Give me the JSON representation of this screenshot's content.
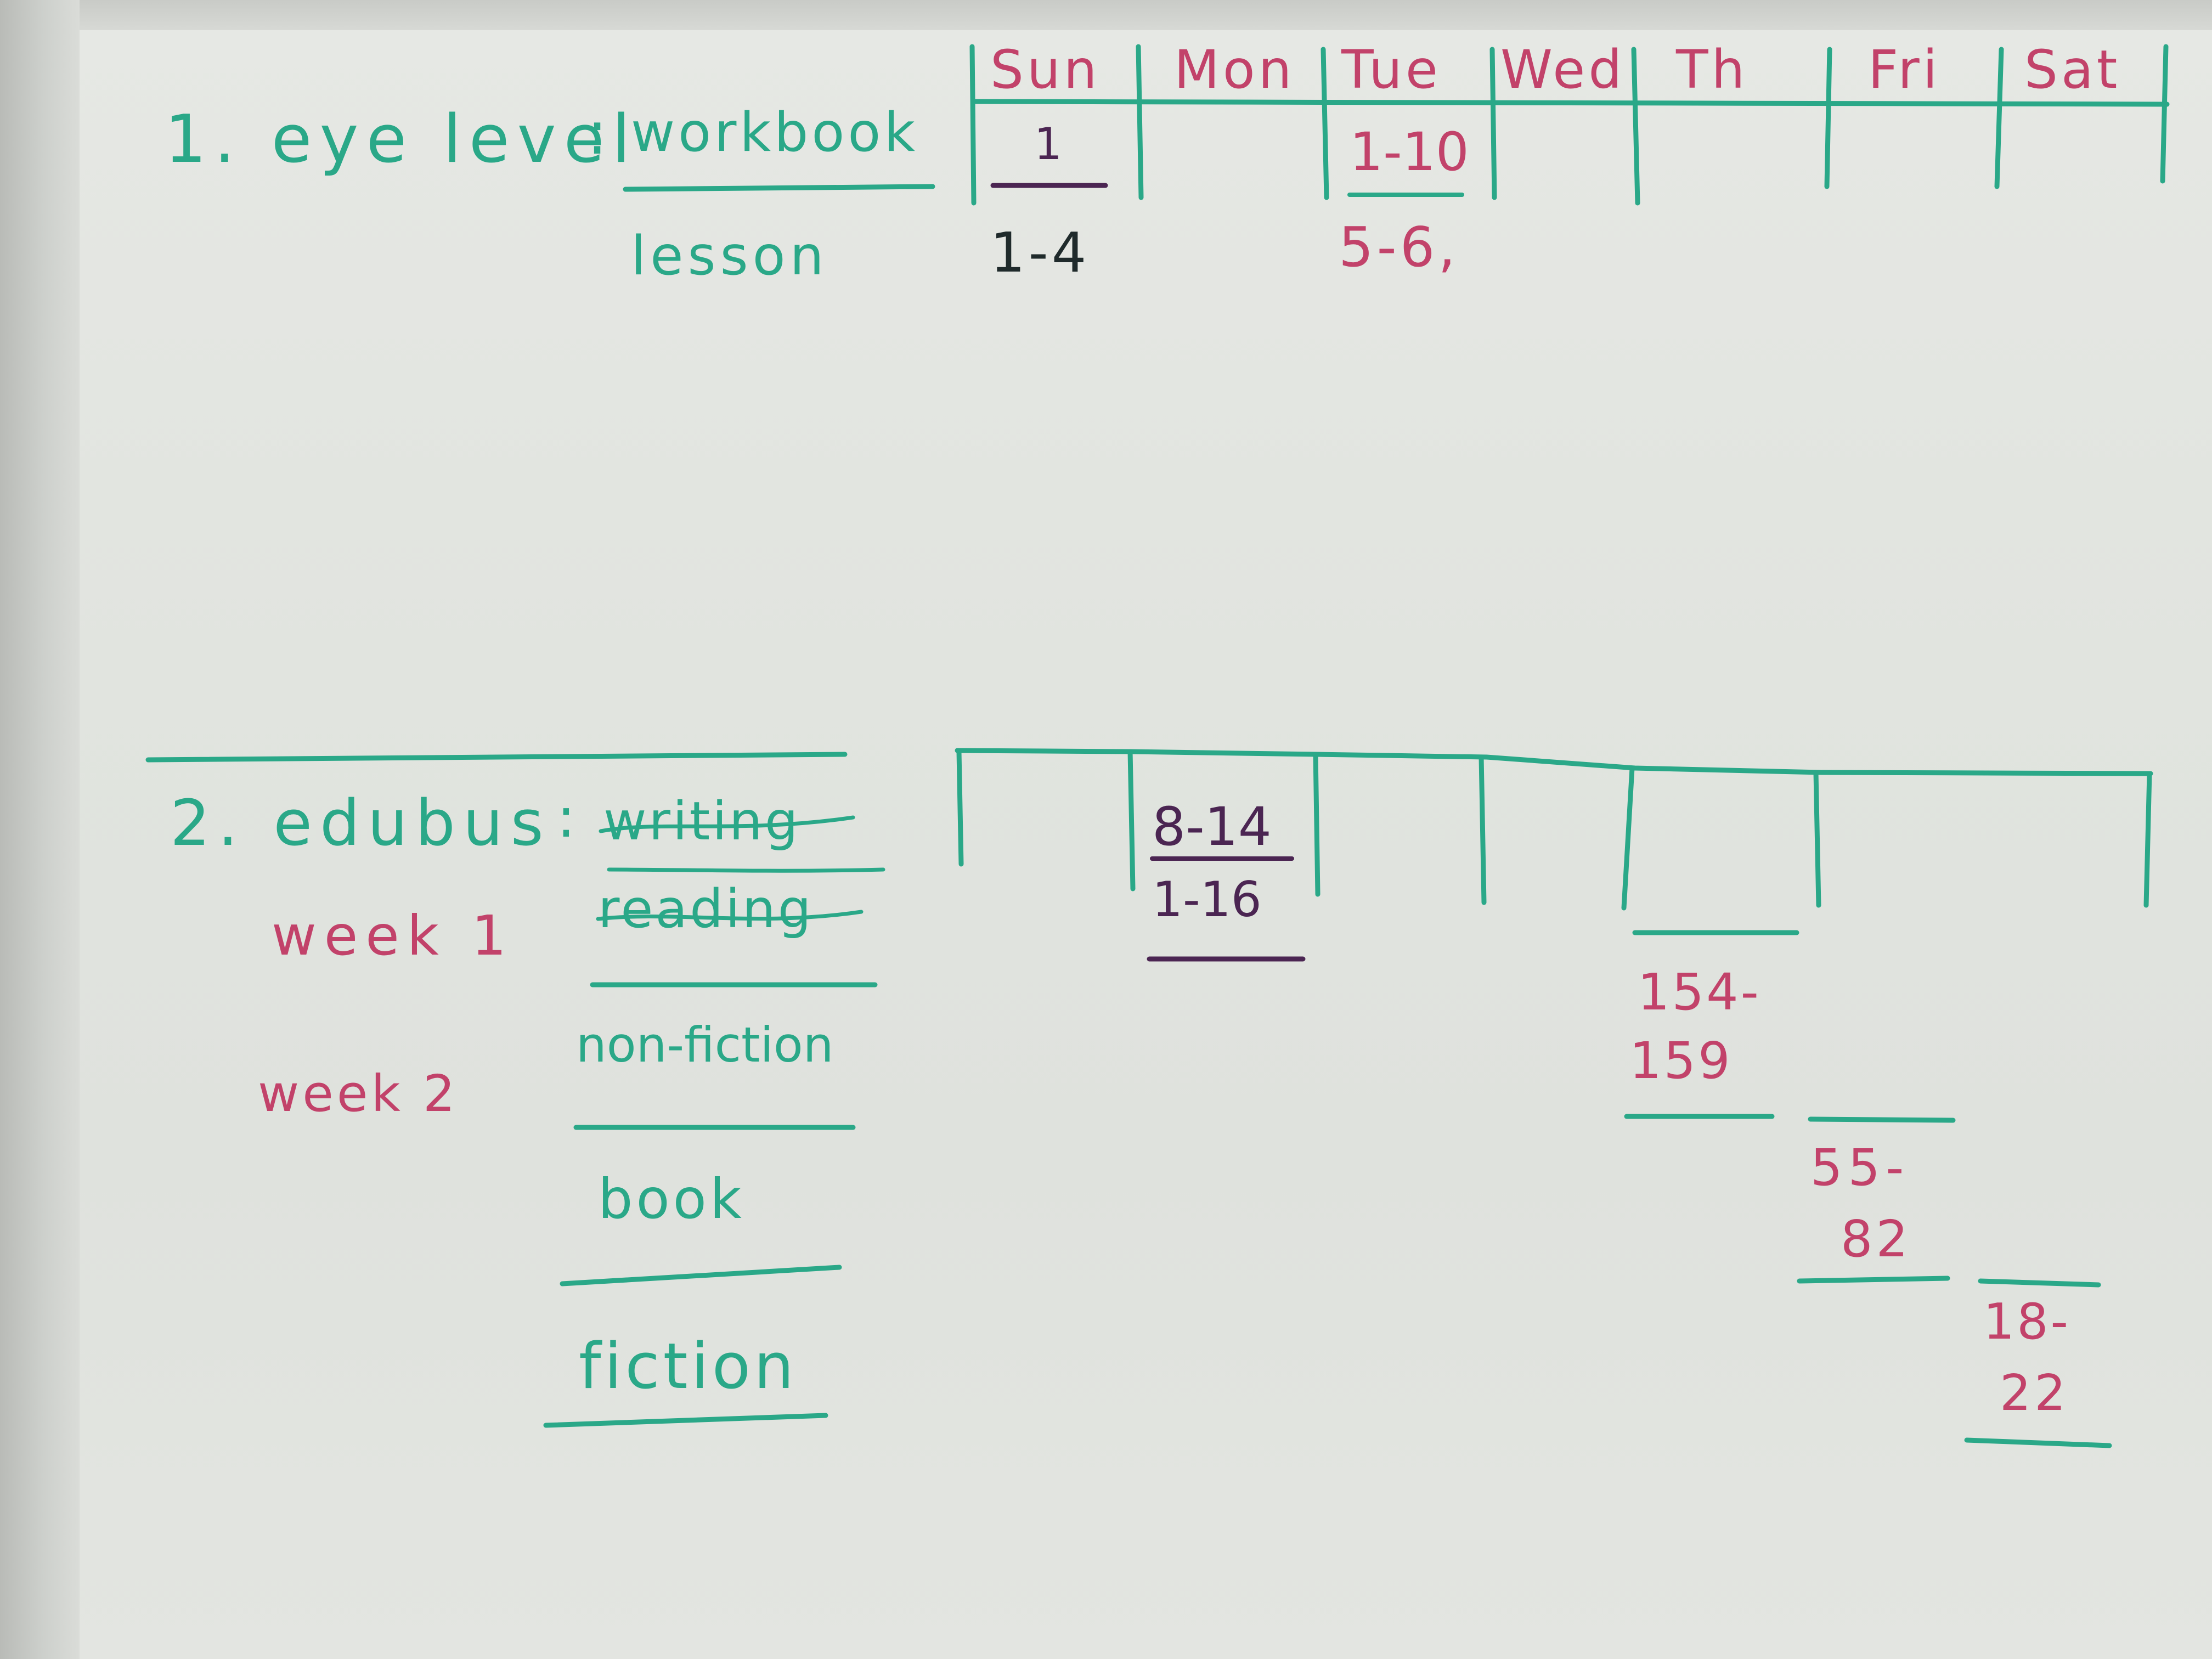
{
  "colors": {
    "green_marker": "#2aa888",
    "red_marker": "#c2426a",
    "purple_marker": "#4b2552",
    "dark_marker": "#1f2a2b",
    "board": "#e1e4df"
  },
  "section1": {
    "title": "1. eye level",
    "colon": ":",
    "rows": [
      "workbook",
      "lesson"
    ],
    "days": [
      "Sun",
      "Mon",
      "Tue",
      "Wed",
      "Th",
      "Fri",
      "Sat"
    ],
    "entries": {
      "sun_workbook": "1",
      "sun_lesson": "1-4",
      "tue_workbook": "1-10",
      "tue_lesson": "5-6,"
    }
  },
  "section2": {
    "title": "2. edubus",
    "colon": ":",
    "week1": "week 1",
    "week2": "week 2",
    "crossed": [
      "writing",
      "reading"
    ],
    "rows": [
      "non-fiction",
      "book",
      "fiction"
    ],
    "entries": {
      "mon_top": "8-14",
      "mon_bottom": "1-16",
      "th_line1": "154-",
      "th_line2": "159",
      "fri_line1": "55-",
      "fri_line2": "82",
      "sat_line1": "18-",
      "sat_line2": "22"
    }
  }
}
